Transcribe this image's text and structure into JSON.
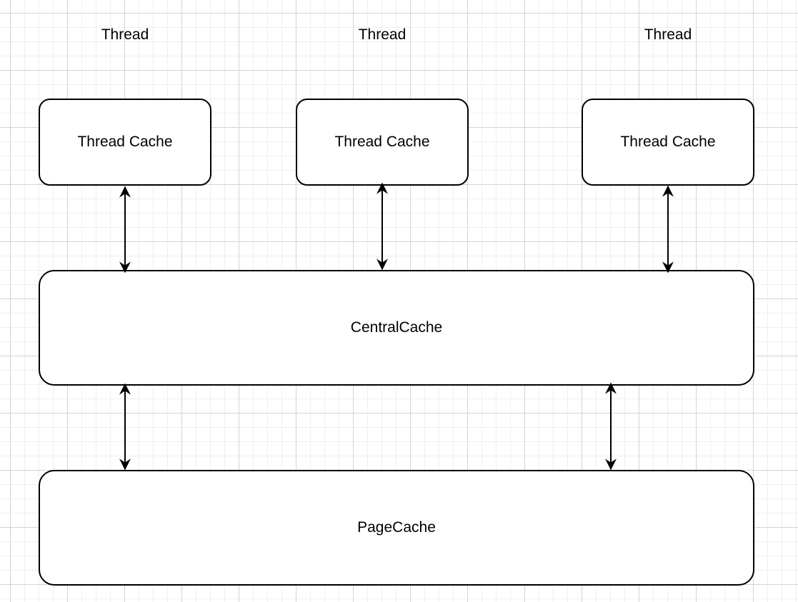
{
  "threads": [
    {
      "label": "Thread",
      "cache_label": "Thread Cache"
    },
    {
      "label": "Thread",
      "cache_label": "Thread Cache"
    },
    {
      "label": "Thread",
      "cache_label": "Thread Cache"
    }
  ],
  "central_cache": {
    "label": "CentralCache"
  },
  "page_cache": {
    "label": "PageCache"
  },
  "connections": [
    {
      "from": "thread-cache-1",
      "to": "central-cache",
      "direction": "bidirectional"
    },
    {
      "from": "thread-cache-2",
      "to": "central-cache",
      "direction": "bidirectional"
    },
    {
      "from": "thread-cache-3",
      "to": "central-cache",
      "direction": "bidirectional"
    },
    {
      "from": "central-cache",
      "to": "page-cache",
      "direction": "bidirectional"
    },
    {
      "from": "central-cache",
      "to": "page-cache",
      "direction": "bidirectional"
    }
  ],
  "colors": {
    "stroke": "#000000",
    "fill": "#ffffff",
    "grid": "#d4d4d4"
  }
}
